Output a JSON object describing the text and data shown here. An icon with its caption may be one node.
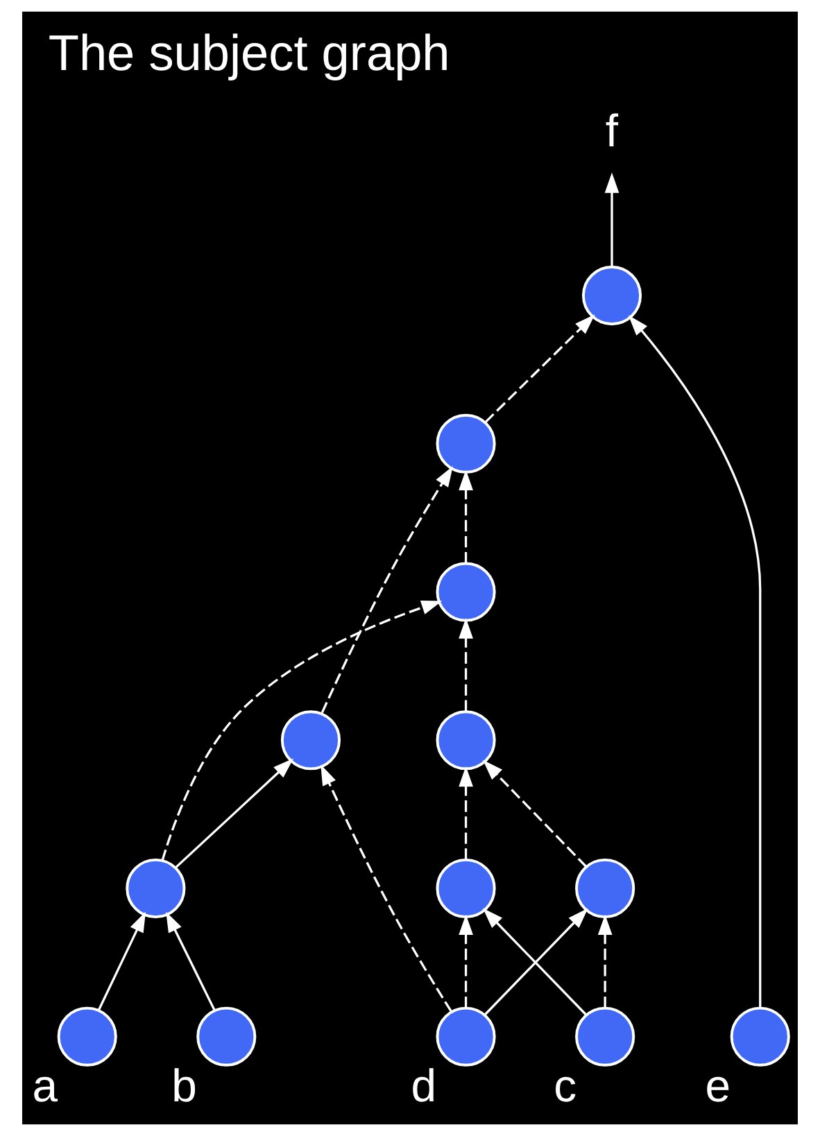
{
  "diagram": {
    "title": "The subject graph",
    "nodes": [
      {
        "text": [
          "f"
        ]
      },
      {
        "text": [],
        "shape": "circle"
      },
      {
        "text": [],
        "shape": "circle"
      },
      {
        "text": [],
        "shape": "circle"
      },
      {
        "text": [],
        "shape": "circle"
      },
      {
        "text": [],
        "shape": "circle"
      },
      {
        "text": [],
        "shape": "circle"
      },
      {
        "text": [],
        "shape": "circle"
      },
      {
        "text": [],
        "shape": "circle"
      },
      {
        "text": [],
        "shape": "circle",
        "beside": [
          "a"
        ]
      },
      {
        "text": [],
        "shape": "circle",
        "beside": [
          "b"
        ]
      },
      {
        "text": [],
        "shape": "circle",
        "beside": [
          "c"
        ]
      },
      {
        "text": [],
        "shape": "circle",
        "beside": [
          "d"
        ]
      },
      {
        "text": [],
        "shape": "circle",
        "beside": [
          "e"
        ]
      }
    ],
    "edges": [
      {
        "from": 1,
        "to": 0,
        "arrow": "to"
      },
      {
        "from": 2,
        "to": 1,
        "arrow": "to",
        "style": "dashed"
      },
      {
        "from": 3,
        "to": 2,
        "arrow": "to",
        "style": "dashed"
      },
      {
        "from": 4,
        "to": 2,
        "arrow": "to",
        "style": "dashed"
      },
      {
        "from": 6,
        "to": 3,
        "arrow": "to",
        "style": "dashed"
      },
      {
        "from": 5,
        "to": 3,
        "arrow": "to",
        "style": "dashed"
      },
      {
        "from": 6,
        "to": 4,
        "arrow": "to"
      },
      {
        "from": 12,
        "to": 4,
        "arrow": "to",
        "style": "dashed"
      },
      {
        "from": 7,
        "to": 5,
        "arrow": "to",
        "style": "dashed"
      },
      {
        "from": 8,
        "to": 5,
        "arrow": "to",
        "style": "dashed"
      },
      {
        "from": 9,
        "to": 6,
        "arrow": "to"
      },
      {
        "from": 10,
        "to": 6,
        "arrow": "to"
      },
      {
        "from": 11,
        "to": 7,
        "arrow": "to"
      },
      {
        "from": 12,
        "to": 7,
        "arrow": "to",
        "style": "dashed"
      },
      {
        "from": 11,
        "to": 8,
        "arrow": "to",
        "style": "dashed"
      },
      {
        "from": 12,
        "to": 8,
        "arrow": "to"
      },
      {
        "from": 13,
        "to": 1,
        "arrow": "to"
      }
    ]
  }
}
